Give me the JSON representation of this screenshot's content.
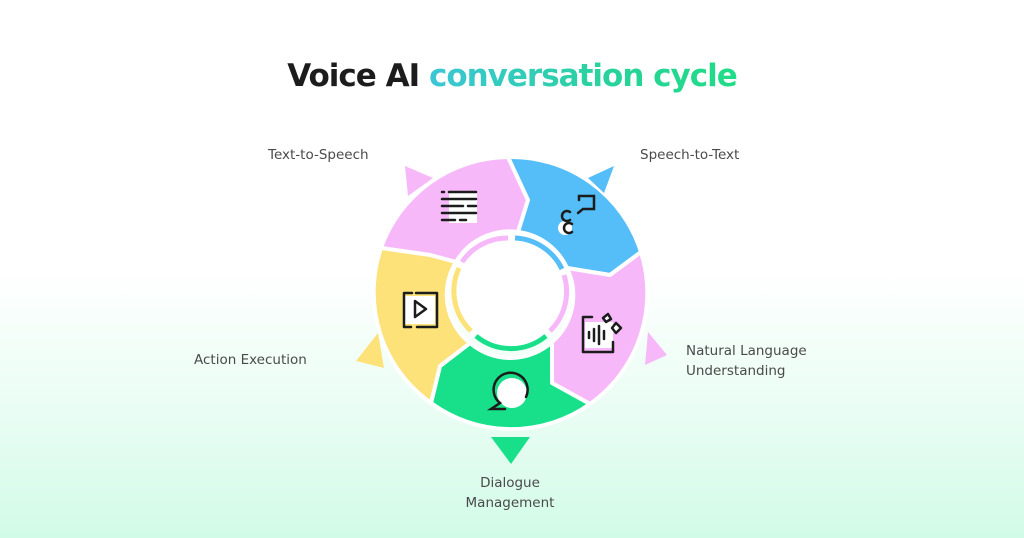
{
  "title": {
    "prefix": "Voice AI",
    "highlight": "conversation cycle"
  },
  "colors": {
    "pink": "#f7b8f9",
    "blue": "#55bdf7",
    "yellow": "#fde27a",
    "green": "#18e08a",
    "title_dark": "#1c1c1c",
    "label": "#4a4a4a",
    "gradient_start": "#3cc6d6",
    "gradient_end": "#1fdc86"
  },
  "stages": [
    {
      "id": "speech-to-text",
      "label_line1": "Speech-to-Text",
      "label_line2": "",
      "color": "#55bdf7",
      "icon": "speech-bubbles-icon"
    },
    {
      "id": "natural-language-understanding",
      "label_line1": "Natural Language",
      "label_line2": "Understanding",
      "color": "#f7b8f9",
      "icon": "audio-wave-sparkle-icon"
    },
    {
      "id": "dialogue-management",
      "label_line1": "Dialogue",
      "label_line2": "Management",
      "color": "#18e08a",
      "icon": "chat-bubble-icon"
    },
    {
      "id": "action-execution",
      "label_line1": "Action Execution",
      "label_line2": "",
      "color": "#fde27a",
      "icon": "play-button-icon"
    },
    {
      "id": "text-to-speech",
      "label_line1": "Text-to-Speech",
      "label_line2": "",
      "color": "#f7b8f9",
      "icon": "text-lines-icon"
    }
  ]
}
